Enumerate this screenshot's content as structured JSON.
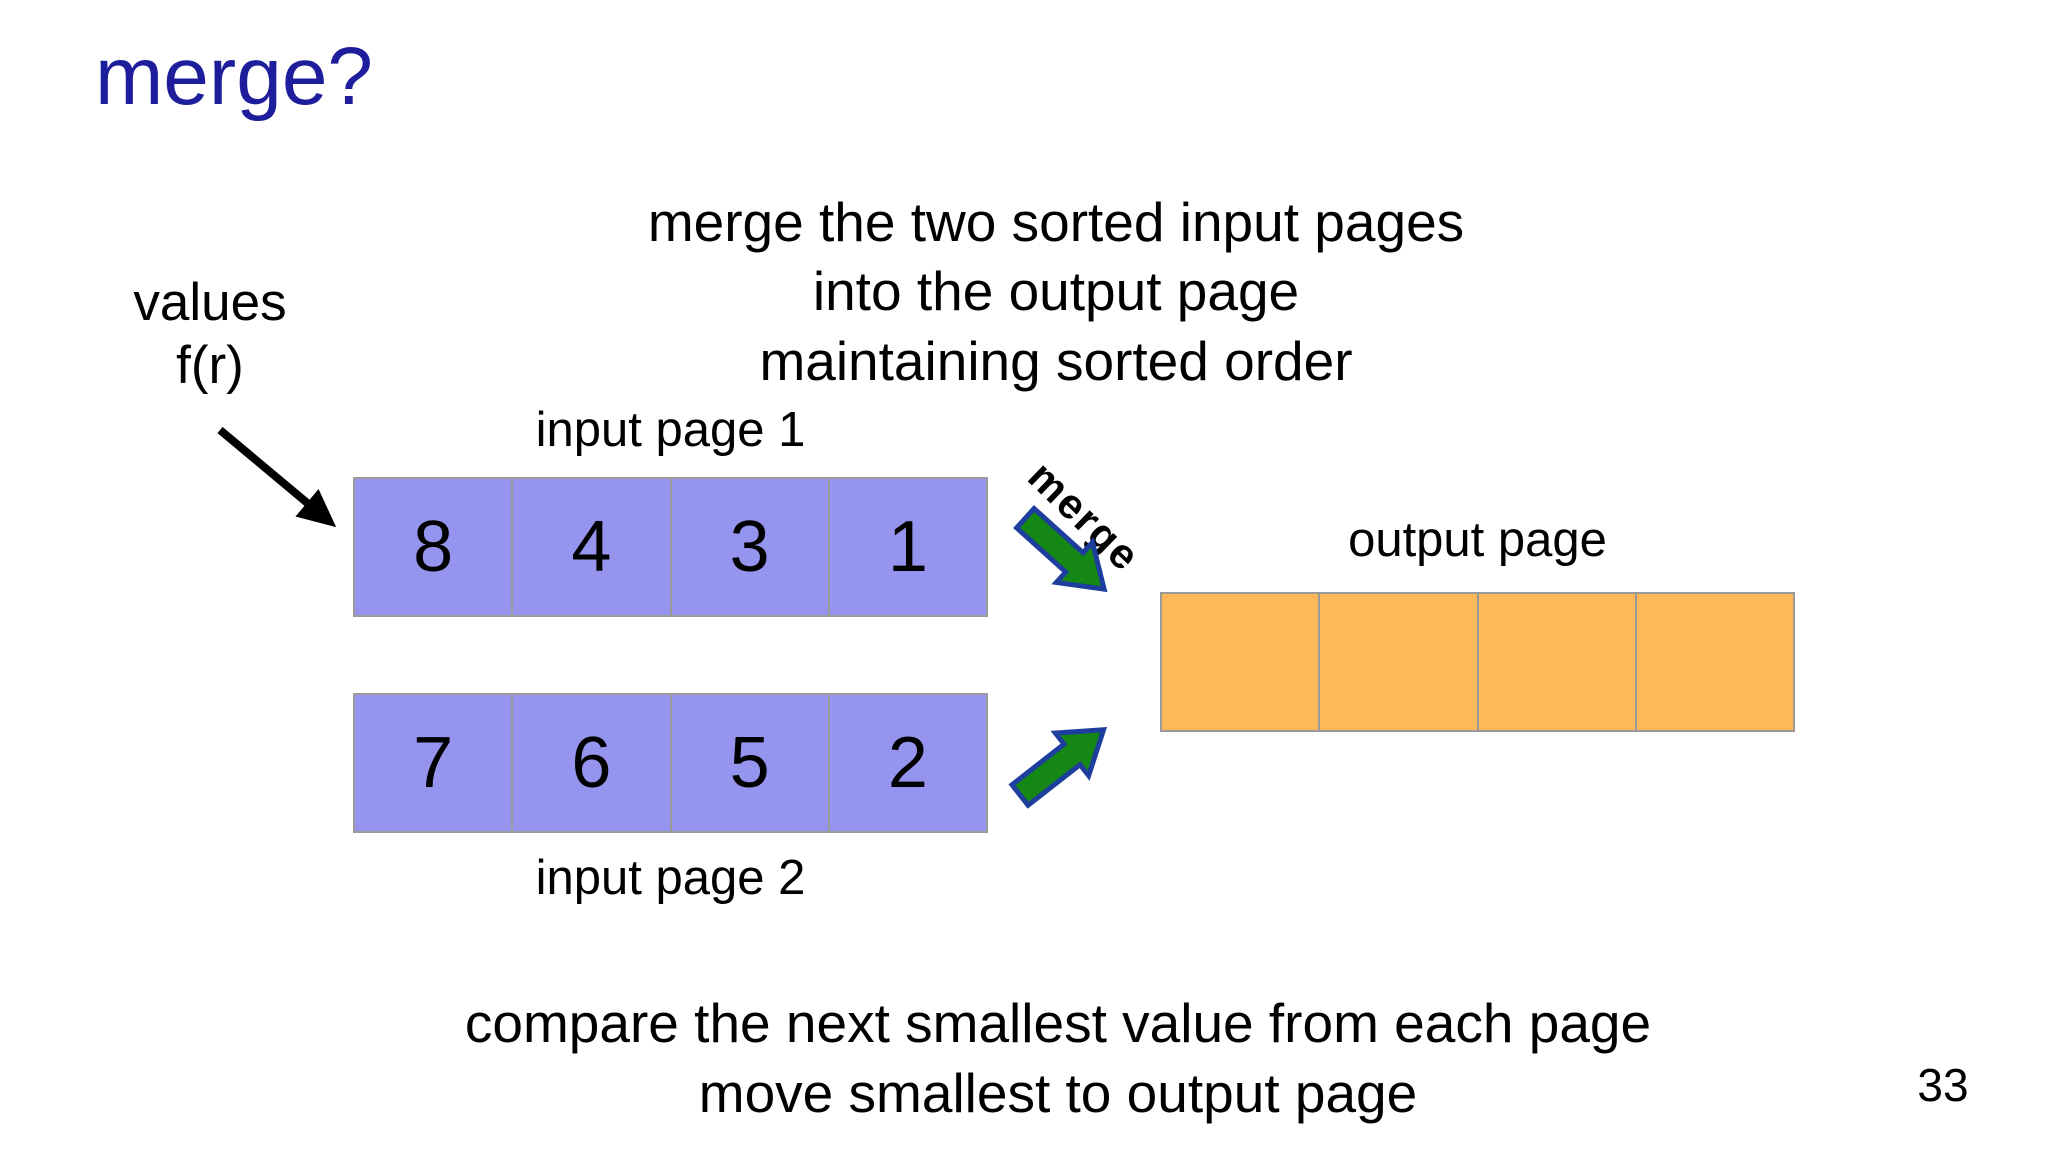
{
  "slide": {
    "title": "merge?",
    "description_lines": {
      "line1": "merge the two sorted input pages",
      "line2": "into the output page",
      "line3": "maintaining sorted order"
    },
    "values_pointer": {
      "line1": "values",
      "line2": "f(r)"
    },
    "merge_arrow_label": "merge",
    "input_page_1": {
      "label": "input page 1",
      "values": [
        "8",
        "4",
        "3",
        "1"
      ]
    },
    "input_page_2": {
      "label": "input page 2",
      "values": [
        "7",
        "6",
        "5",
        "2"
      ]
    },
    "output_page": {
      "label": "output page",
      "cell_count": 4,
      "values": [
        "",
        "",
        "",
        ""
      ]
    },
    "footer_lines": {
      "line1": "compare the next smallest value from each page",
      "line2": "move smallest to output page"
    },
    "page_number": "33",
    "colors": {
      "background": "#FFFFFF",
      "title_text": "#1E1E9C",
      "body_text": "#000000",
      "input_cell_fill": "#9594EE",
      "output_cell_fill": "#FDB957",
      "cell_border": "#9A9A9A",
      "merge_arrow_fill": "#148714",
      "merge_arrow_outline": "#1E3E9E",
      "annotation_arrow": "#000000"
    }
  }
}
